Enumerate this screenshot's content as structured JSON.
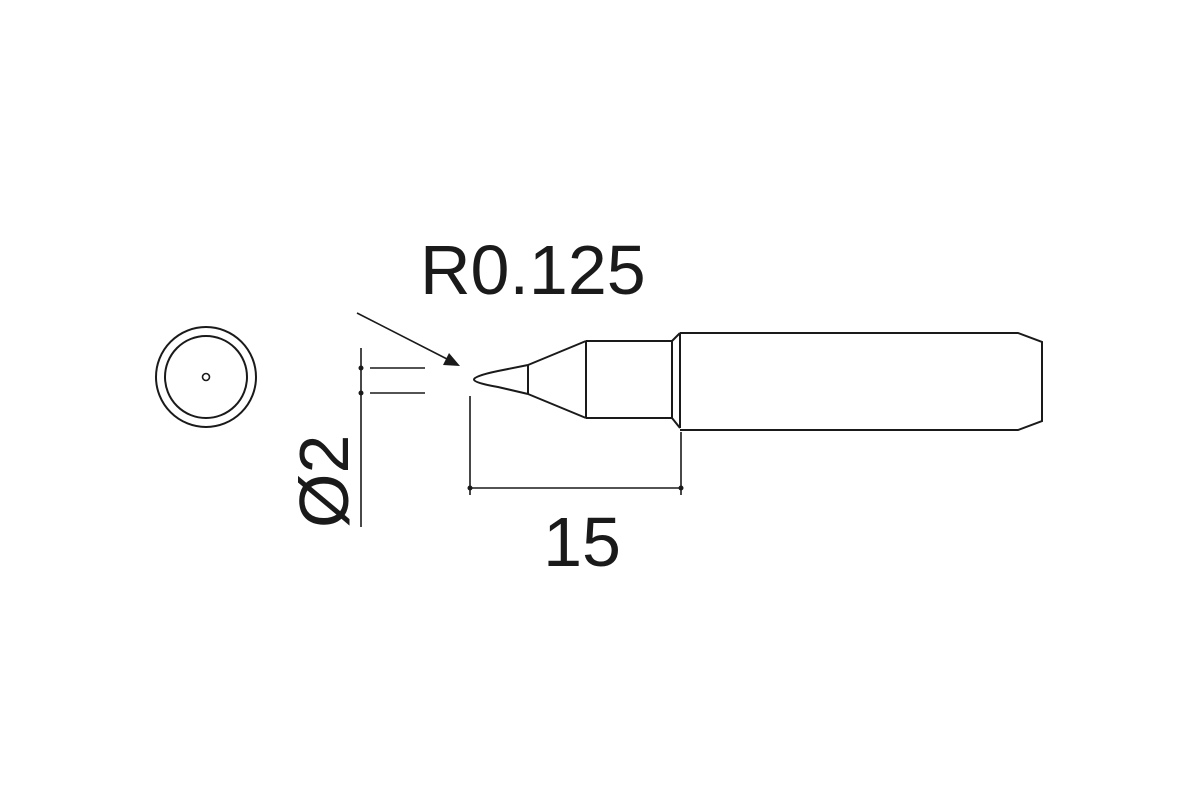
{
  "dimensions": {
    "radius_label": "R0.125",
    "diameter_label": "Ø2",
    "length_label": "15"
  },
  "colors": {
    "line": "#1a1a1a",
    "background": "#ffffff"
  }
}
